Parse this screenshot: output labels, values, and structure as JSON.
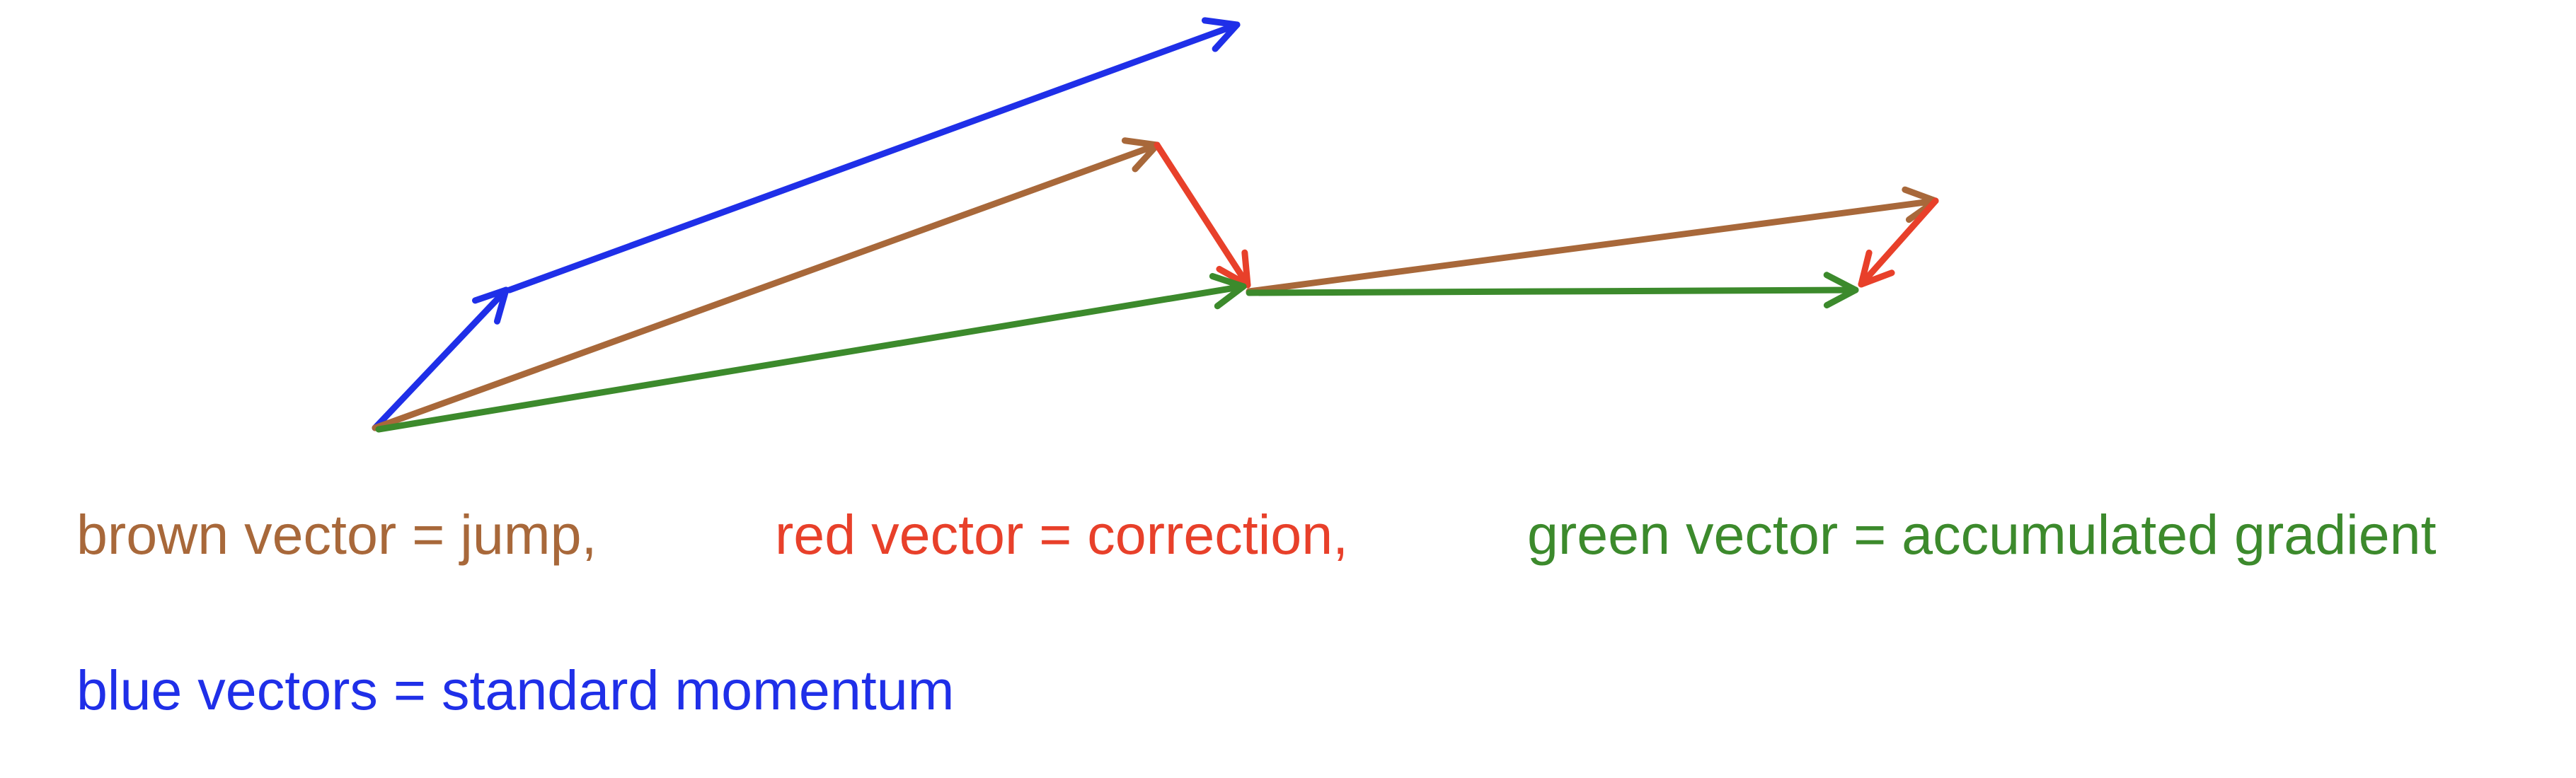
{
  "colors": {
    "blue": "#1f2fe8",
    "brown": "#a8683a",
    "red": "#e8402a",
    "green": "#3c8a2c"
  },
  "legend": {
    "brown": "brown vector = jump,",
    "red": "red vector = correction,",
    "green": "green vector = accumulated gradient",
    "blue": "blue vectors = standard momentum"
  }
}
